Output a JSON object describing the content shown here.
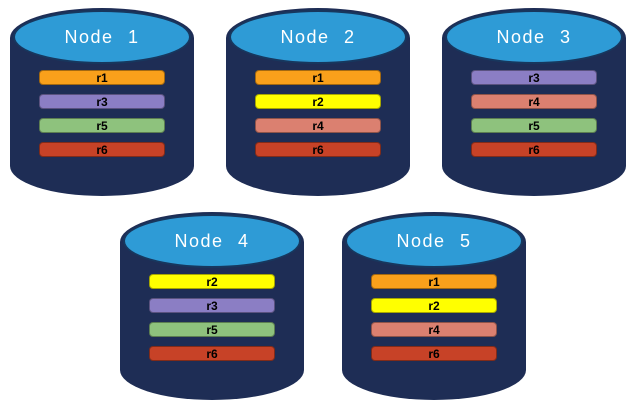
{
  "nodes": [
    {
      "label": "Node 1",
      "partitions": [
        "r1",
        "r3",
        "r5",
        "r6"
      ]
    },
    {
      "label": "Node 2",
      "partitions": [
        "r1",
        "r2",
        "r4",
        "r6"
      ]
    },
    {
      "label": "Node 3",
      "partitions": [
        "r3",
        "r4",
        "r5",
        "r6"
      ]
    },
    {
      "label": "Node 4",
      "partitions": [
        "r2",
        "r3",
        "r5",
        "r6"
      ]
    },
    {
      "label": "Node 5",
      "partitions": [
        "r1",
        "r2",
        "r4",
        "r6"
      ]
    }
  ],
  "colors": {
    "canvas_bg": "#FFFFFF",
    "cylinder_body": "#1E2D55",
    "cylinder_top": "#2E9BD6",
    "cylinder_top_border": "#17375E",
    "node_label": "#FFFFFF",
    "partition_label": "#000000",
    "partitions": {
      "r1": "#F9A01B",
      "r2": "#FFFF00",
      "r3": "#8B7EC4",
      "r4": "#DB8070",
      "r5": "#8EC27D",
      "r6": "#C74227"
    }
  }
}
